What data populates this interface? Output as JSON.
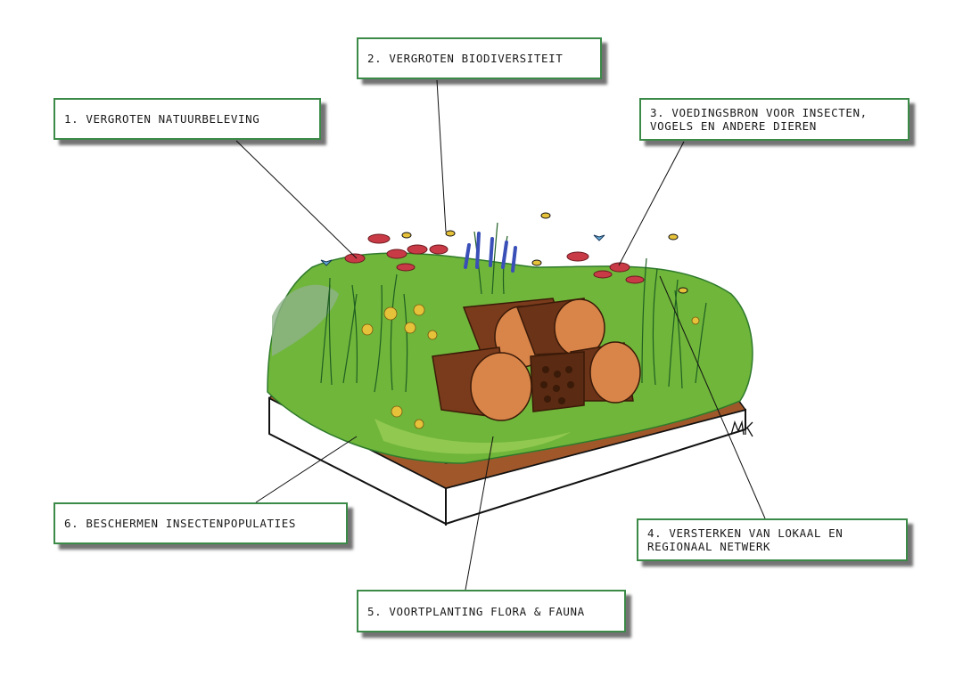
{
  "labels": [
    {
      "id": "1",
      "text": "1. Vergroten natuurbeleving"
    },
    {
      "id": "2",
      "text": "2. Vergroten biodiversiteit"
    },
    {
      "id": "3",
      "text": "3. Voedingsbron voor insecten,\nvogels en andere dieren"
    },
    {
      "id": "4",
      "text": "4. Versterken van lokaal en\nregionaal netwerk"
    },
    {
      "id": "5",
      "text": "5. Voortplanting flora & fauna"
    },
    {
      "id": "6",
      "text": "6. Beschermen insectenpopulaties"
    }
  ],
  "colors": {
    "box_border": "#3b8a47",
    "grass": "#6fb63a",
    "grass_dark": "#2f7a2c",
    "soil": "#a0582a",
    "log": "#7a3b1c",
    "log_end": "#d9854a",
    "flower_red": "#c83a45",
    "flower_yellow": "#e6c23a",
    "flower_blue": "#3a4fb8"
  },
  "signature_icon": "mk-signature-icon"
}
